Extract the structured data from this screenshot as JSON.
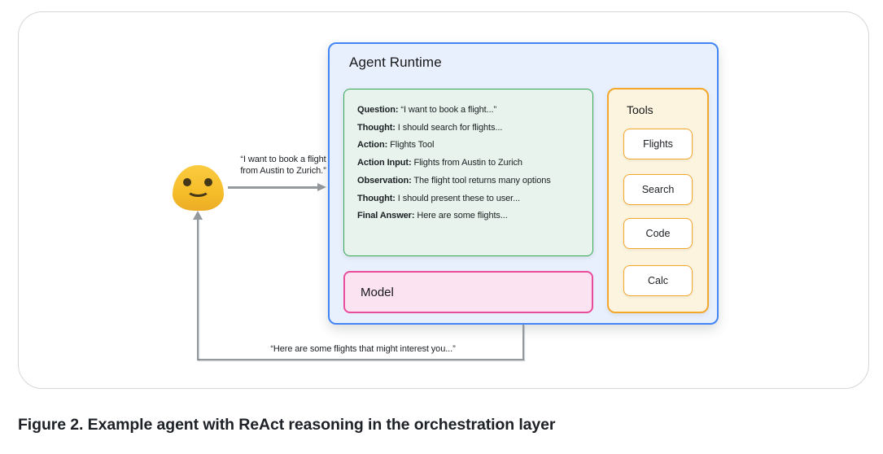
{
  "caption": "Figure 2. Example agent with ReAct reasoning in the orchestration layer",
  "user_flow": {
    "request_line1": "“I want to book a flight",
    "request_line2": "from Austin to Zurich.”",
    "response_label": "“Here are some flights that might interest you...”"
  },
  "agent_runtime": {
    "title": "Agent Runtime",
    "react_trace": [
      {
        "label": "Question:",
        "text": " “I want to book a flight...”"
      },
      {
        "label": "Thought:",
        "text": " I should search for flights..."
      },
      {
        "label": "Action:",
        "text": " Flights Tool"
      },
      {
        "label": "Action Input:",
        "text": " Flights from Austin to Zurich"
      },
      {
        "label": "Observation:",
        "text": " The flight tool returns many options"
      },
      {
        "label": "Thought:",
        "text": " I should present these to user..."
      },
      {
        "label": "Final Answer:",
        "text": " Here are some flights..."
      }
    ],
    "model_label": "Model",
    "tools": {
      "title": "Tools",
      "items": [
        "Flights",
        "Search",
        "Code",
        "Calc"
      ]
    }
  },
  "colors": {
    "runtime_bg": "#E9F0FD",
    "runtime_border": "#4285F4",
    "trace_bg": "#E7F3EC",
    "trace_border": "#34A853",
    "model_bg": "#FBE3F1",
    "model_border": "#EA4C9C",
    "tools_bg": "#FCF4DE",
    "tools_border": "#F3A72B",
    "arrow_gray": "#94999E",
    "emoji_yellow": "#F7BE2A",
    "text_dark": "#202124"
  }
}
